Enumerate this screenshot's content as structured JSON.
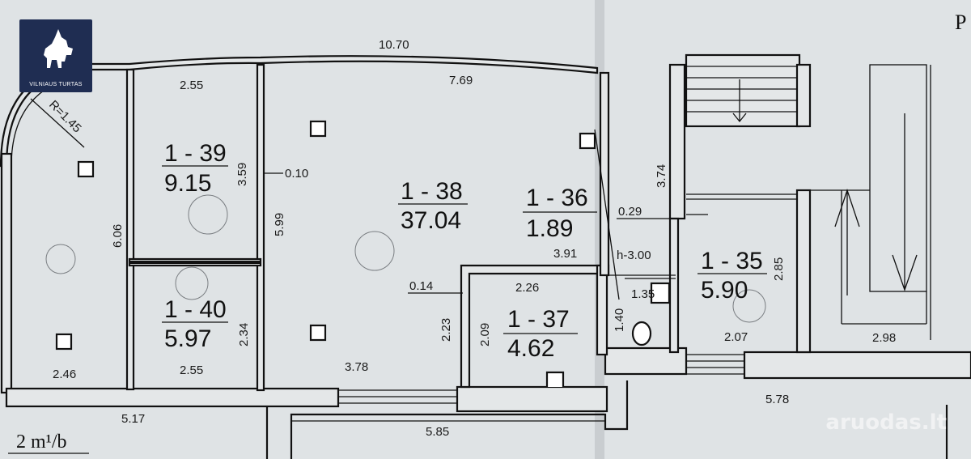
{
  "logo": {
    "text": "VILNIAUS TURTAS",
    "icon": "wolf-logo-icon",
    "color": "#1f2d52"
  },
  "corner_mark": "P",
  "watermark": "aruodas.lt",
  "scale": "2 m¹/b",
  "rooms": [
    {
      "number": "1 - 39",
      "area": "9.15"
    },
    {
      "number": "1 - 38",
      "area": "37.04"
    },
    {
      "number": "1 - 36",
      "area": "1.89"
    },
    {
      "number": "1 - 40",
      "area": "5.97"
    },
    {
      "number": "1 - 37",
      "area": "4.62"
    },
    {
      "number": "1 - 35",
      "area": "5.90"
    }
  ],
  "dimensions": {
    "total_top": "10.70",
    "radius": "R=1.45",
    "r39_top": "2.55",
    "r38_top": "7.69",
    "r39_height": "3.59",
    "wall_thickness": "0.10",
    "left_height": "6.06",
    "r38_height": "5.99",
    "stair_height": "3.74",
    "door_gap": "0.29",
    "r38_partition": "3.91",
    "ceiling_height": "h-3.00",
    "r35_height": "2.85",
    "r37_wall": "0.14",
    "r37_width": "2.26",
    "wc_width": "1.35",
    "r37_left_height": "2.23",
    "r37_inner_height": "2.09",
    "wc_height": "1.40",
    "r40_height": "2.34",
    "r35_bottom": "2.07",
    "stair_right_width": "2.98",
    "left_bottom": "2.46",
    "r40_bottom": "2.55",
    "r38_bottom": "3.78",
    "outer_left": "5.17",
    "outer_mid": "5.85",
    "outer_right": "5.78"
  }
}
